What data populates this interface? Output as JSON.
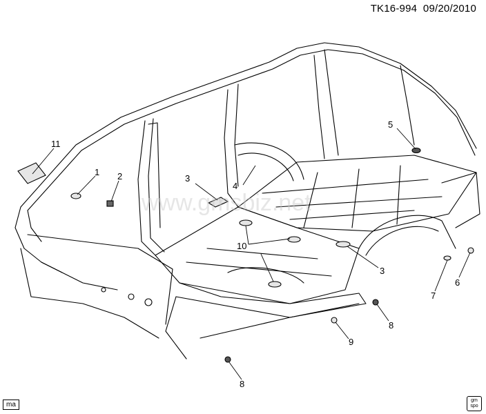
{
  "header": {
    "doc_id": "TK16-994",
    "date": "09/20/2010"
  },
  "watermark": "www.gmsbiz.net",
  "callouts": [
    "11",
    "1",
    "2",
    "3",
    "4",
    "5",
    "10",
    "3",
    "7",
    "6",
    "8",
    "9",
    "8"
  ],
  "stamp_label": "ma",
  "logo": {
    "line1": "gm",
    "line2": "spo"
  }
}
